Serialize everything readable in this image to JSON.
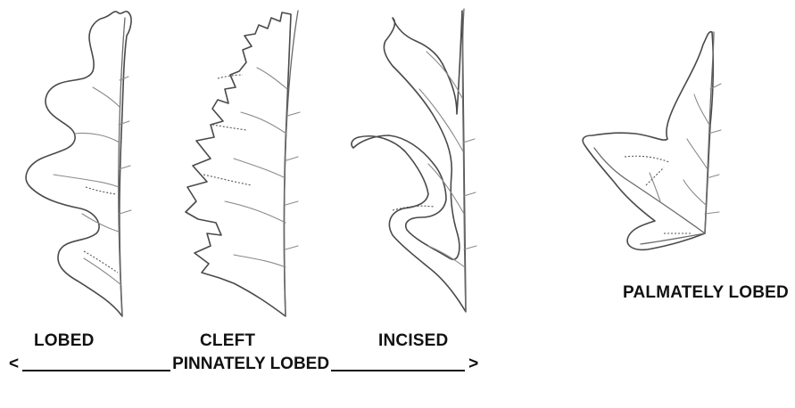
{
  "leaves": [
    {
      "name": "lobed",
      "label": "LOBED"
    },
    {
      "name": "cleft",
      "label": "CLEFT"
    },
    {
      "name": "incised",
      "label": "INCISED"
    },
    {
      "name": "palmately-lobed",
      "label": "PALMATELY LOBED"
    }
  ],
  "range": {
    "label": "PINNATELY LOBED",
    "left_arrow": "<",
    "right_arrow": ">"
  }
}
